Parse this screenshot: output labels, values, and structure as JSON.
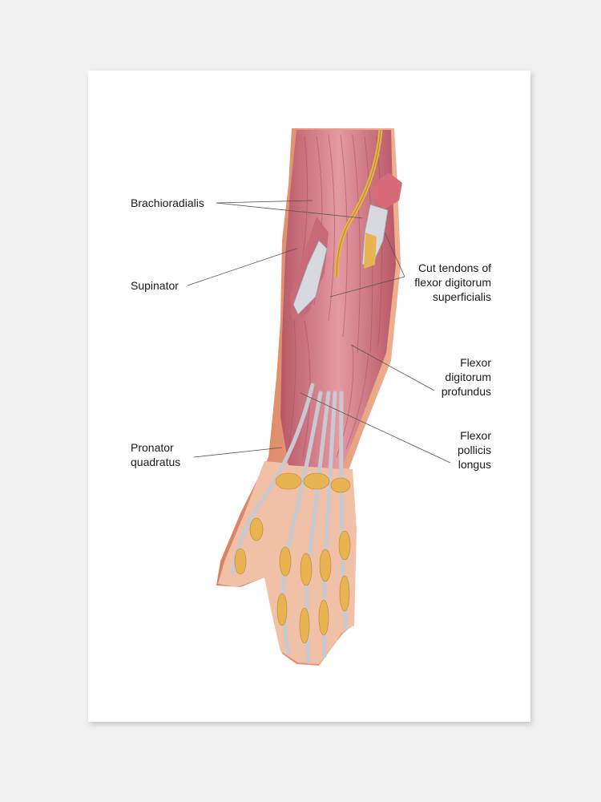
{
  "labels": {
    "brachioradialis": "Brachioradialis",
    "supinator": "Supinator",
    "pronator_quadratus": [
      "Pronator",
      "quadratus"
    ],
    "cut_tendons": [
      "Cut tendons of",
      "flexor digitorum",
      "superficialis"
    ],
    "flexor_digitorum_profundus": [
      "Flexor",
      "digitorum",
      "profundus"
    ],
    "flexor_pollicis_longus": [
      "Flexor",
      "pollicis",
      "longus"
    ]
  },
  "colors": {
    "background": "#f1f1f1",
    "print": "#ffffff",
    "muscle": "#d9808a",
    "muscle_dark": "#b85a66",
    "tendon": "#c9c9cf",
    "bone": "#e9b85a",
    "skin": "#e59b7d"
  }
}
